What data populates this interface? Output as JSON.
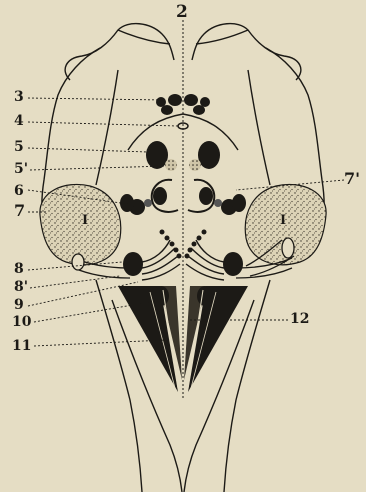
{
  "figure": {
    "labels": {
      "n2": "2",
      "n3": "3",
      "n4": "4",
      "n5": "5",
      "n5p": "5'",
      "n6": "6",
      "n7": "7",
      "n7p": "7'",
      "n8": "8",
      "n8p": "8'",
      "n9": "9",
      "n10": "10",
      "n11": "11",
      "n12": "12",
      "roman_left": "I",
      "roman_right": "I"
    }
  },
  "colors": {
    "paper": "#e5ddc4",
    "ink": "#1c1a16",
    "stipple": "#d8cfb2"
  }
}
